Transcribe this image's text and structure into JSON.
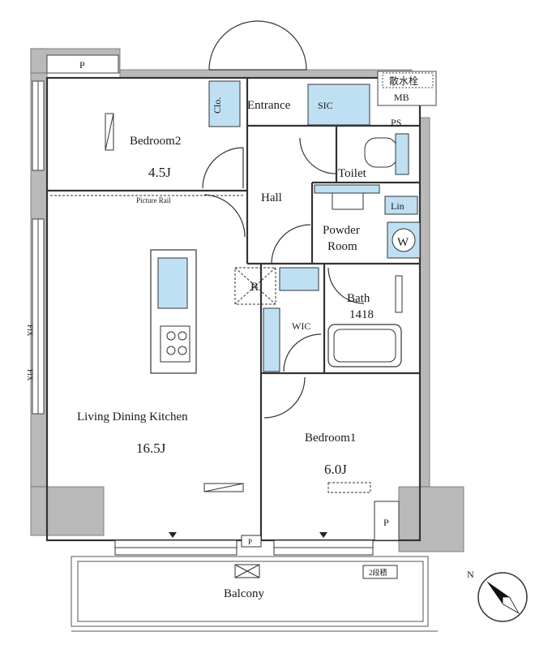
{
  "colors": {
    "wall": "#b9b9b9",
    "wall_dark": "#9e9e9e",
    "fixture": "#bfe0f3",
    "line": "#333333"
  },
  "rooms": {
    "entrance": "Entrance",
    "sic": "SIC",
    "clo": "Clo.",
    "bedroom2_name": "Bedroom2",
    "bedroom2_size": "4.5J",
    "hall": "Hall",
    "toilet": "Toilet",
    "lin": "Lin",
    "powder_line1": "Powder",
    "powder_line2": "Room",
    "washer": "W",
    "refrigerator": "R",
    "bath_line1": "Bath",
    "bath_line2": "1418",
    "wic": "WIC",
    "ldk_name": "Living Dining Kitchen",
    "ldk_size": "16.5J",
    "bedroom1_name": "Bedroom1",
    "bedroom1_size": "6.0J",
    "balcony": "Balcony"
  },
  "labels": {
    "picture_rail": "Picture Rail",
    "p_top": "P",
    "p_right": "P",
    "p_bottom": "P",
    "mb": "MB",
    "ps": "PS",
    "sprinkler": "散水栓",
    "ladder": "2段積",
    "fix1": "FIX",
    "fix2": "FIX"
  },
  "compass": {
    "north": "N",
    "arrow_angle_deg": 135
  }
}
